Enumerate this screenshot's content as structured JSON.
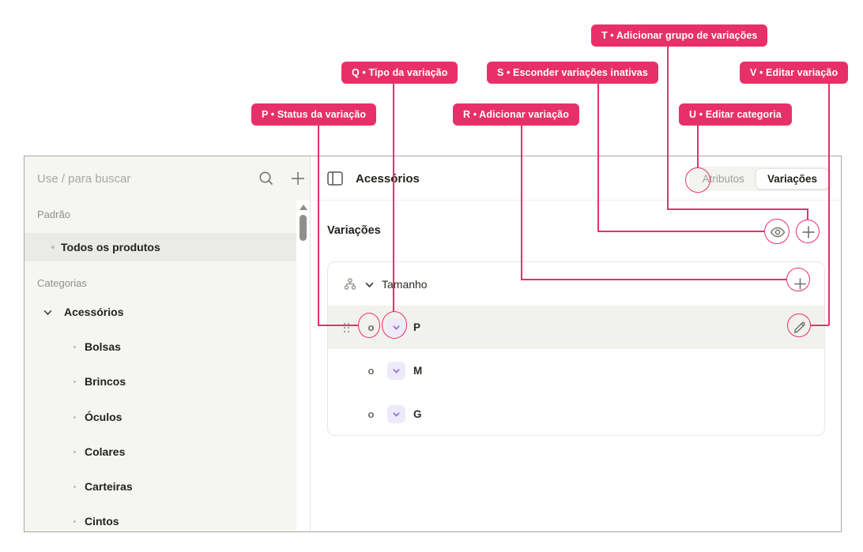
{
  "colors": {
    "accent_pink": "#E73069",
    "type_badge_bg": "#EFEAF9",
    "type_badge_chevron": "#8B70CE",
    "sidebar_bg": "#F5F5F2",
    "selected_row_bg": "#EAEAE7",
    "highlight_row_bg": "#F1F1EE"
  },
  "annotations": {
    "t": "T • Adicionar grupo de variações",
    "q": "Q • Tipo da variação",
    "s": "S • Esconder variações inativas",
    "v": "V • Editar variação",
    "p": "P • Status da variação",
    "r": "R • Adicionar variação",
    "u": "U • Editar categoria"
  },
  "sidebar": {
    "search": {
      "placeholder": "Use / para buscar"
    },
    "icons": {
      "search": "magnifier-icon",
      "add": "plus-icon"
    },
    "groups": {
      "padrao": {
        "label": "Padrão",
        "items": [
          {
            "label": "Todos os produtos",
            "selected": true
          }
        ]
      },
      "categorias": {
        "label": "Categorias",
        "parent": {
          "label": "Acessórios",
          "expanded": true
        },
        "items": [
          {
            "label": "Bolsas"
          },
          {
            "label": "Brincos"
          },
          {
            "label": "Óculos"
          },
          {
            "label": "Colares"
          },
          {
            "label": "Carteiras"
          },
          {
            "label": "Cintos"
          }
        ]
      }
    }
  },
  "main": {
    "header": {
      "title": "Acessórios",
      "menu_icon": "kebab-icon",
      "tabs": [
        {
          "label": "Atributos",
          "active": false
        },
        {
          "label": "Variações",
          "active": true
        }
      ]
    },
    "section": {
      "label": "Variações",
      "icons": [
        "eye-icon",
        "plus-icon"
      ]
    },
    "card": {
      "group": {
        "label": "Tamanho",
        "icons": [
          "hierarchy-icon",
          "chevron-down-icon",
          "plus-icon"
        ]
      },
      "rows": [
        {
          "status": "o",
          "label": "P",
          "selected": true,
          "icons": [
            "drag-handle",
            "chevron-down-icon",
            "pencil-icon"
          ]
        },
        {
          "status": "o",
          "label": "M",
          "selected": false
        },
        {
          "status": "o",
          "label": "G",
          "selected": false
        }
      ]
    }
  }
}
